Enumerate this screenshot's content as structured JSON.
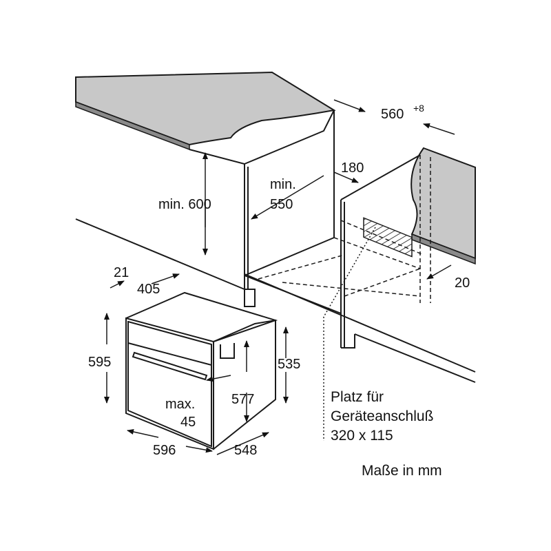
{
  "diagram": {
    "dimensions": {
      "depth_opening": "560",
      "depth_tolerance": "+8",
      "min_height_label": "min. 600",
      "min_depth_label_1": "min.",
      "min_depth_label_2": "550",
      "back_gap": "180",
      "side_gap": "20",
      "panel_offset": "21",
      "handle_offset": "405",
      "height_595": "595",
      "height_535": "535",
      "height_577": "577",
      "handle_max_1": "max.",
      "handle_max_2": "45",
      "width_596": "596",
      "depth_548": "548"
    },
    "notes": {
      "connection_line_1": "Platz für",
      "connection_line_2": "Geräteanschluß",
      "connection_line_3": "320 x 115",
      "units": "Maße in mm"
    },
    "colors": {
      "stroke": "#1a1a1a",
      "countertop_fill": "#c8c8c8",
      "background": "#ffffff"
    }
  }
}
